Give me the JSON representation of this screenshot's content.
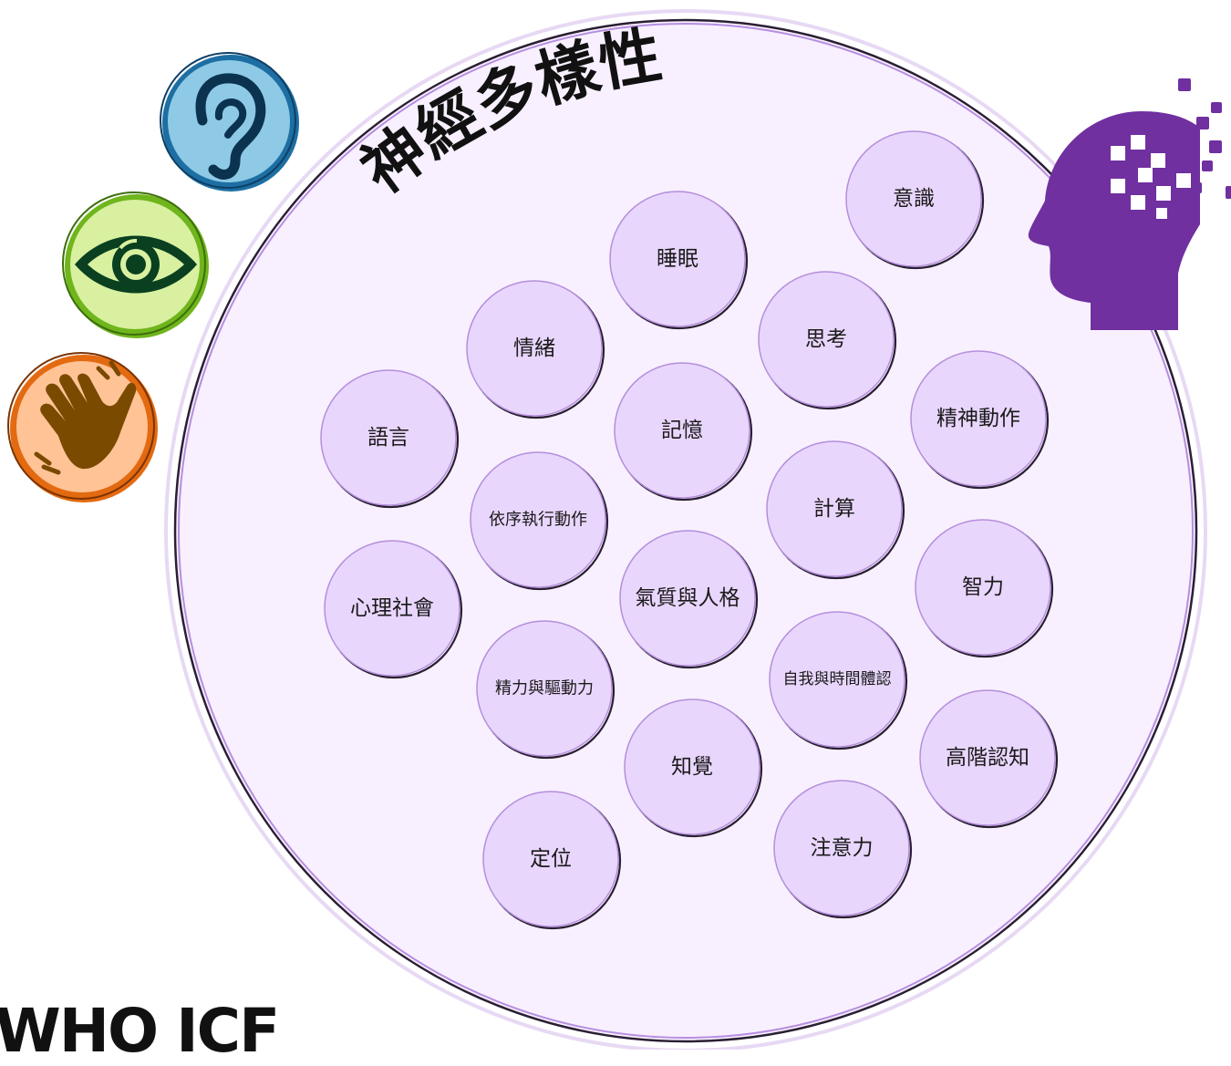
{
  "title": "神經多樣性",
  "footer_text": "WHO ICF",
  "colors": {
    "big_circle_fill": "#f8f0ff",
    "node_fill": "#e9d6fc",
    "node_stroke": "#2a1f33",
    "head_purple": "#7030a0",
    "ear_fill": "#8ecae6",
    "ear_ring": "#1d6fa3",
    "eye_fill": "#d8f0a0",
    "eye_ring": "#6fb51c",
    "hand_fill": "#ffc396",
    "hand_ring": "#e36a10"
  },
  "icons": [
    {
      "name": "ear-icon",
      "label": "hearing"
    },
    {
      "name": "eye-icon",
      "label": "vision"
    },
    {
      "name": "hand-icon",
      "label": "touch"
    },
    {
      "name": "head-brain-icon",
      "label": "head"
    }
  ],
  "nodes": [
    {
      "id": "consciousness",
      "label": "意識"
    },
    {
      "id": "sleep",
      "label": "睡眠"
    },
    {
      "id": "emotion",
      "label": "情緒"
    },
    {
      "id": "thinking",
      "label": "思考"
    },
    {
      "id": "memory",
      "label": "記憶"
    },
    {
      "id": "language",
      "label": "語言"
    },
    {
      "id": "psychomotor",
      "label": "精神動作"
    },
    {
      "id": "calculation",
      "label": "計算"
    },
    {
      "id": "sequencing",
      "label": "依序執行動作"
    },
    {
      "id": "psychosocial",
      "label": "心理社會"
    },
    {
      "id": "temperament",
      "label": "氣質與人格"
    },
    {
      "id": "intellect",
      "label": "智力"
    },
    {
      "id": "energy",
      "label": "精力與驅動力"
    },
    {
      "id": "self-time",
      "label": "自我與時間體認"
    },
    {
      "id": "perception",
      "label": "知覺"
    },
    {
      "id": "higher-cognition",
      "label": "高階認知"
    },
    {
      "id": "orientation",
      "label": "定位"
    },
    {
      "id": "attention",
      "label": "注意力"
    }
  ]
}
